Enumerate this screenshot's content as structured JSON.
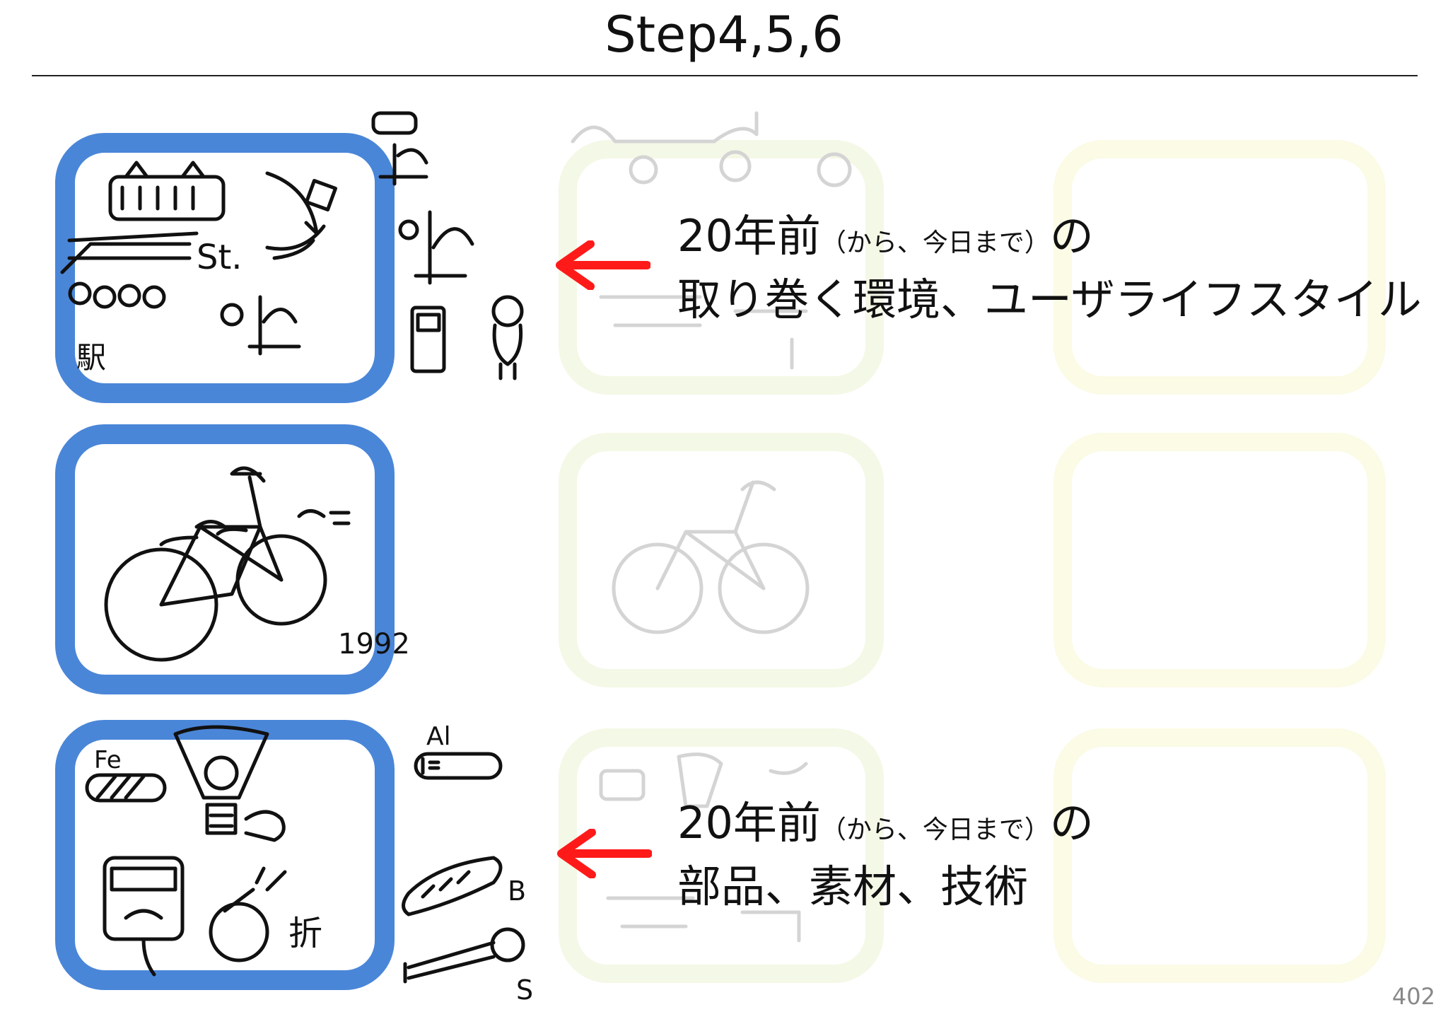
{
  "title": "Step4,5,6",
  "notes": [
    {
      "lead": "20年前",
      "paren": "（から、今日まで）",
      "particle": "の",
      "line2": "取り巻く環境、ユーザライフスタイル"
    },
    {
      "lead": "20年前",
      "paren": "（から、今日まで）",
      "particle": "の",
      "line2": "部品、素材、技術"
    }
  ],
  "year_label": "1992",
  "sketch_text": {
    "station": "St.",
    "eki": "駅",
    "fe": "Fe",
    "al": "Al",
    "b": "B",
    "s": "S",
    "ori": "折"
  },
  "page_number": "402",
  "colors": {
    "accent_blue": "#4a86d8",
    "arrow_red": "#ff1a1a"
  }
}
